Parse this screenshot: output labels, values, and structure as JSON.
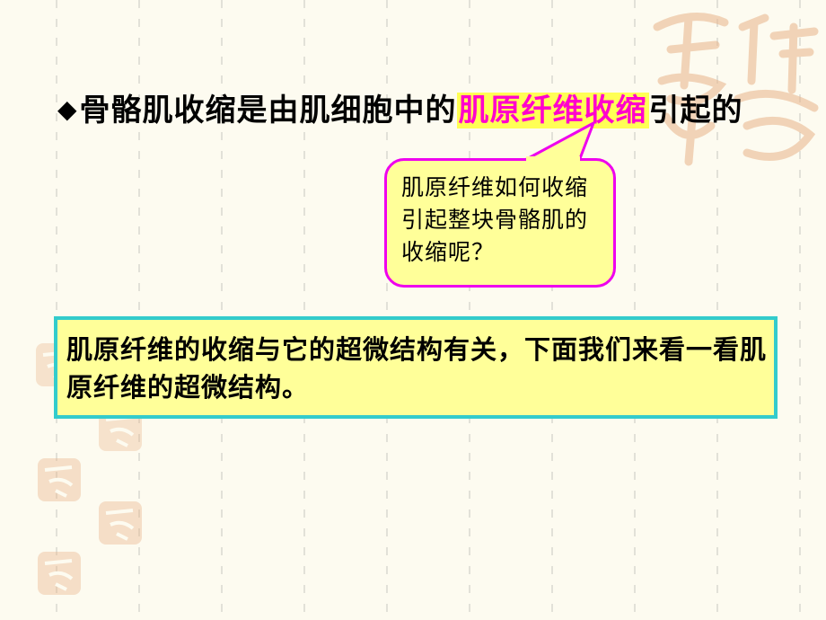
{
  "slide": {
    "bullet_symbol": "◆",
    "heading_prefix": "骨骼肌收缩是由肌细胞中的",
    "heading_highlight": "肌原纤维收缩",
    "heading_suffix": "引起的",
    "callout_text": "肌原纤维如何收缩引起整块骨骼肌的收缩呢？",
    "info_text": "肌原纤维的收缩与它的超微结构有关，下面我们来看一看肌原纤维的超微结构。"
  },
  "colors": {
    "background": "#fdfbf0",
    "highlight_fill": "#ffff55",
    "highlight_text": "#ff00cc",
    "callout_fill": "#ffff99",
    "callout_border": "#ee00ee",
    "info_border": "#33cccc",
    "seal_color": "#e8b48a"
  },
  "decorations": {
    "seal_icon": "auspicious-seal-icon"
  }
}
